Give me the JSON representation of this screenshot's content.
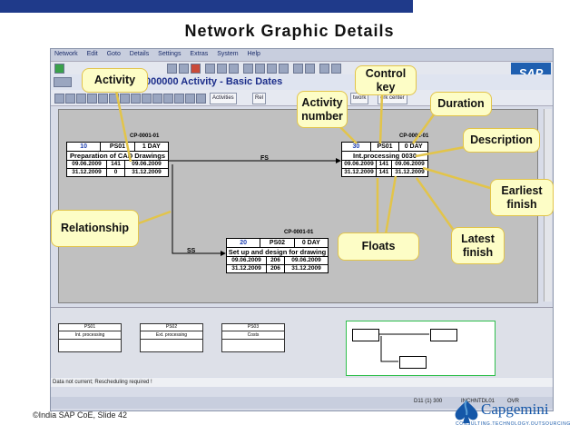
{
  "slide": {
    "title": "Network Graphic Details",
    "footer": "©India SAP CoE, Slide 42",
    "logo_text": "Capgemini",
    "logo_tagline": "CONSULTING.TECHNOLOGY.OUTSOURCING"
  },
  "sap": {
    "menu": [
      "Network",
      "Edit",
      "Goto",
      "Details",
      "Settings",
      "Extras",
      "System",
      "Help"
    ],
    "screen_title": "k: 5000000 Activity - Basic Dates",
    "sap_logo": "SAP",
    "toolbar_buttons": [
      "Activities",
      "Rel",
      "twork",
      "ork center"
    ],
    "status_message": "Data not current; Rescheduling required !",
    "system_info": [
      "D11 (1) 300",
      "INCHNTDL01",
      "OVR"
    ]
  },
  "nodes": [
    {
      "id_label": "CP-0001-01",
      "number": "10",
      "control_key": "PS01",
      "duration": "1 DAY",
      "description": "Preparation of CAD Drawings",
      "early_start": "09.06.2009",
      "float1": "141",
      "early_finish": "09.06.2009",
      "late_start": "31.12.2009",
      "float2": "0",
      "late_finish": "31.12.2009"
    },
    {
      "id_label": "CP-0001-01",
      "number": "20",
      "control_key": "PS02",
      "duration": "0 DAY",
      "description": "Set up and design for drawing",
      "early_start": "09.06.2009",
      "float1": "206",
      "early_finish": "09.06.2009",
      "late_start": "31.12.2009",
      "float2": "206",
      "late_finish": "31.12.2009"
    },
    {
      "id_label": "CP-0001-01",
      "number": "30",
      "control_key": "PS01",
      "duration": "0 DAY",
      "description": "Int.processing 0030",
      "early_start": "09.06.2009",
      "float1": "141",
      "early_finish": "09.06.2009",
      "late_start": "31.12.2009",
      "float2": "141",
      "late_finish": "31.12.2009"
    }
  ],
  "relations": {
    "fs": "FS",
    "ss": "SS"
  },
  "overview_boxes": [
    {
      "head": "PS01",
      "body": "Int. processing"
    },
    {
      "head": "PS02",
      "body": "Ext. processing"
    },
    {
      "head": "PS03",
      "body": "Costs"
    }
  ],
  "callouts": {
    "activity": "Activity",
    "control_key": "Control key",
    "activity_number": "Activity number",
    "duration": "Duration",
    "description": "Description",
    "earliest_finish": "Earliest finish",
    "relationship": "Relationship",
    "latest_finish": "Latest finish",
    "floats": "Floats"
  },
  "colors": {
    "title_bar": "#1f3a8a",
    "callout_fill": "#fdfdc6",
    "callout_border": "#e2c44a",
    "callout_line": "#e2c44a",
    "node_number": "#1d3fb0",
    "capgemini_blue": "#1557a8"
  }
}
